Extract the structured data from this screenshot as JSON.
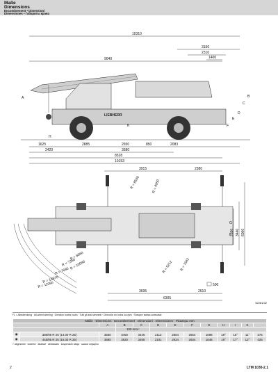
{
  "header": {
    "title_de": "Maße",
    "title_en": "Dimensions",
    "sub1": "Encombrement • Dimensioni",
    "sub2": "Dimensiones • Габариты крана"
  },
  "side_view": {
    "top_dims": [
      "10310",
      "3150",
      "2310",
      "1400",
      "9040"
    ],
    "bottom_dims": [
      "1625",
      "2885",
      "2650",
      "850",
      "2083",
      "2420",
      "3580",
      "8528",
      "10153"
    ],
    "height_labels": [
      "A",
      "B",
      "C",
      "D",
      "E",
      "F",
      "H",
      "K"
    ],
    "brand": "LIEBHERR"
  },
  "top_view": {
    "top_dims": [
      "3915",
      "2380"
    ],
    "bottom_dims": [
      "3695",
      "2610",
      "6305"
    ],
    "right_dims": [
      "2550",
      "3440",
      "6000"
    ],
    "right_labels": [
      "G",
      "I"
    ],
    "radii": [
      "R = 8530",
      "R = 4950",
      "R = 6860",
      "R = 7350",
      "R = 10080",
      "R = 7690",
      "R = 10870",
      "R = 11080",
      "R = 5212",
      "R = 7642"
    ],
    "box_label": "500"
  },
  "ref_code": "52281/32",
  "steering_legend": "FL = Allradlenkung · All-wheel steering · Direction toutes roues · Tutti gli assi sterzanti · Dirección en todos los ejes · Поворот всеми колесами",
  "table": {
    "title": "Maße · Dimensions · Encombrement · Dimensioni · Dimensiones · Размеры mm",
    "letters": [
      "A",
      "B",
      "C",
      "D",
      "E",
      "F",
      "G",
      "H",
      "I",
      "K"
    ],
    "subhead": "100 mm¹⁾",
    "rows": [
      {
        "tire": "385/95 R 25 (14.00 R 25)",
        "values": [
          "3550",
          "3450",
          "3445",
          "2113",
          "2864",
          "2554",
          "1698",
          "18°",
          "16°",
          "11°",
          "375"
        ]
      },
      {
        "tire": "445/95 R 25 (16.00 R 25)",
        "values": [
          "3680",
          "3520",
          "3495",
          "2101",
          "2924",
          "2604",
          "1648",
          "19°",
          "17°",
          "12°",
          "425"
        ]
      }
    ],
    "note": "¹⁾ abgesenkt · lowered · abaissé · abbassato · suspensión abajo · шасси опущено"
  },
  "footer": {
    "page": "2",
    "model": "LTM 1030-2.1"
  }
}
